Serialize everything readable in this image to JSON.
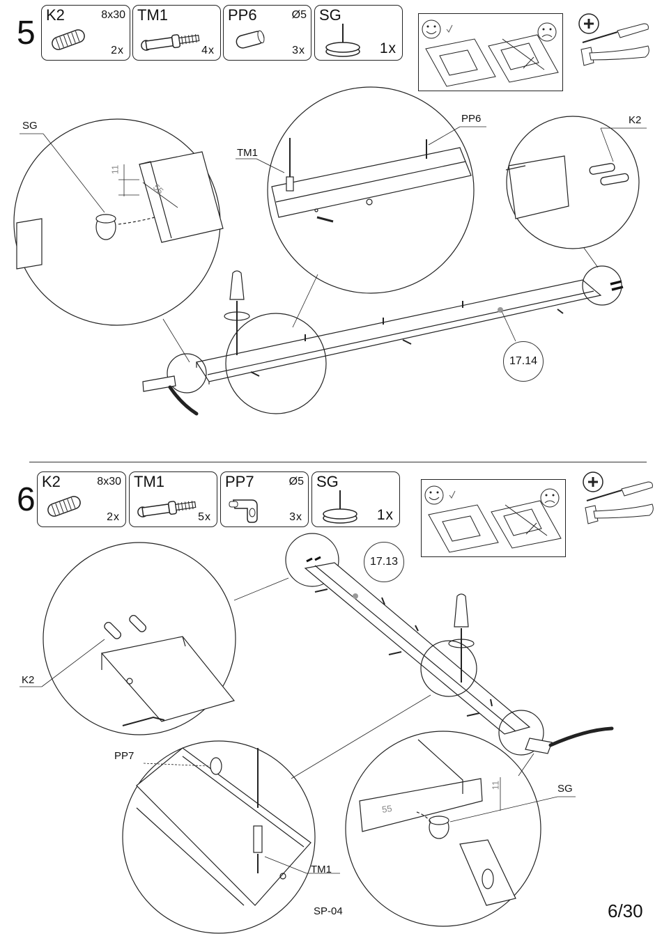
{
  "steps": [
    {
      "number": "5",
      "parts": [
        {
          "code": "K2",
          "size": "8x30",
          "qty": "2x",
          "icon": "dowel-icon"
        },
        {
          "code": "TM1",
          "size": "",
          "qty": "4x",
          "icon": "cam-bolt-icon"
        },
        {
          "code": "PP6",
          "size": "Ø5",
          "qty": "3x",
          "icon": "shelf-pin-icon"
        },
        {
          "code": "SG",
          "size": "",
          "qty": "1x",
          "icon": "glide-nail-icon"
        }
      ],
      "callouts": {
        "sg": "SG",
        "tm1": "TM1",
        "pp6": "PP6",
        "k2": "K2"
      },
      "dims": {
        "height": "11",
        "inset": "55"
      },
      "panel_ref": "17.14"
    },
    {
      "number": "6",
      "parts": [
        {
          "code": "K2",
          "size": "8x30",
          "qty": "2x",
          "icon": "dowel-icon"
        },
        {
          "code": "TM1",
          "size": "",
          "qty": "5x",
          "icon": "cam-bolt-icon"
        },
        {
          "code": "PP7",
          "size": "Ø5",
          "qty": "3x",
          "icon": "shelf-clip-icon"
        },
        {
          "code": "SG",
          "size": "",
          "qty": "1x",
          "icon": "glide-nail-icon"
        }
      ],
      "callouts": {
        "k2": "K2",
        "pp7": "PP7",
        "tm1": "TM1",
        "sg": "SG"
      },
      "dims": {
        "height": "11",
        "inset": "55"
      },
      "panel_ref": "17.13"
    }
  ],
  "footer": {
    "code": "SP-04",
    "page": "6/30"
  }
}
